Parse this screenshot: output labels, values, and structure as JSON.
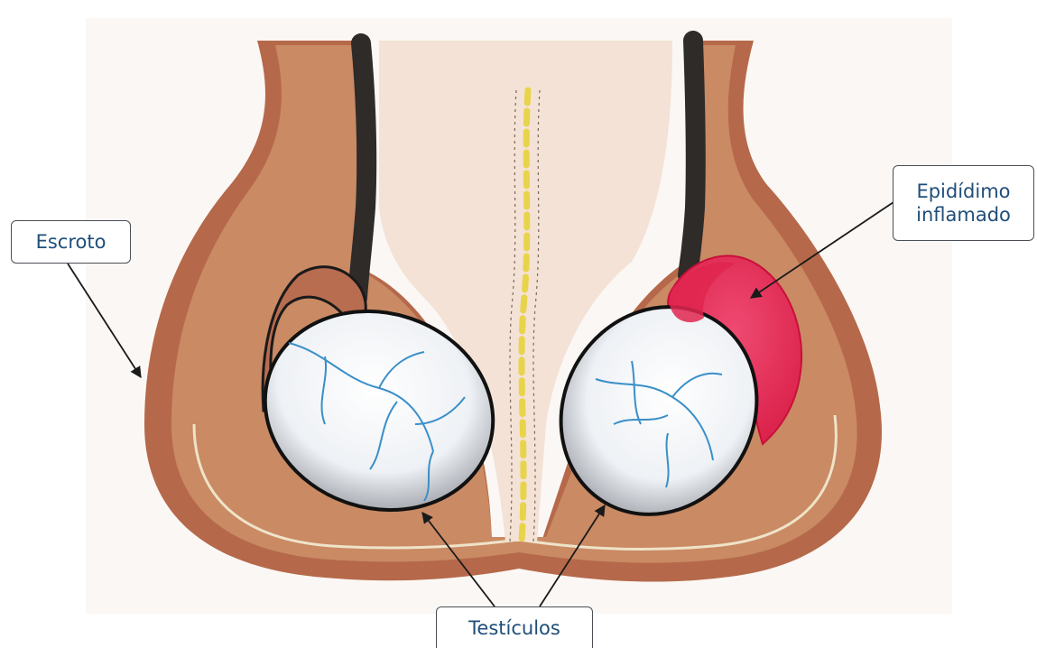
{
  "labels": {
    "scrotum": "Escroto",
    "epididymis_line1": "Epidídimo",
    "epididymis_line2": "inflamado",
    "testicles": "Testículos"
  },
  "colors": {
    "background": "#ffffff",
    "paper": "#fbf7f4",
    "skin_outer": "#b5694a",
    "skin_inner": "#c98a64",
    "septum_light": "#f1ddd0",
    "midline_yellow": "#e8d44a",
    "testicle_fill": "#eef1f5",
    "vein_blue": "#3a8fc8",
    "inflamed_red": "#e0264f",
    "cord_dark": "#2e2b29",
    "label_text": "#1f4e79",
    "label_border": "#4a4f55",
    "arrow": "#1a1a1a"
  }
}
